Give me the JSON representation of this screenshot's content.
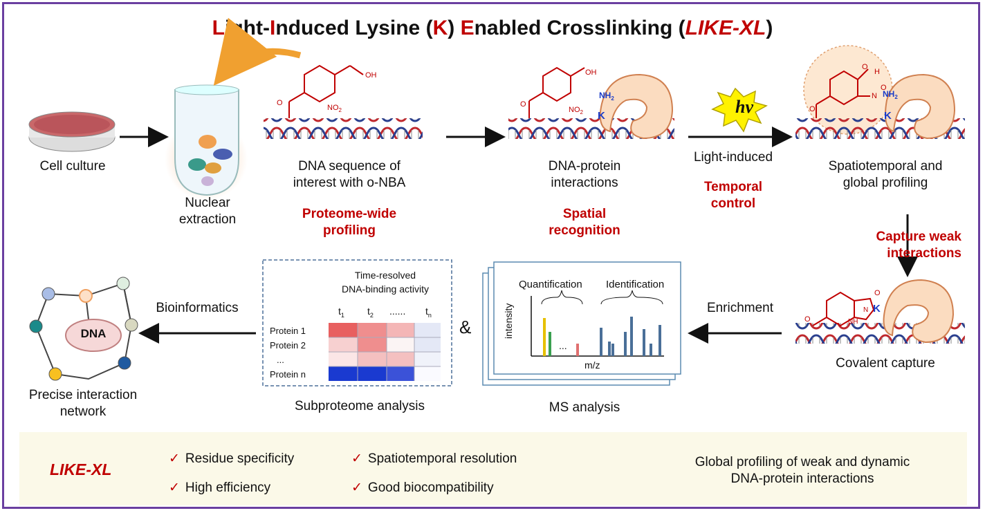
{
  "title": {
    "p1": "L",
    "p2": "ight-",
    "p3": "I",
    "p4": "nduced Lysine (",
    "p5": "K",
    "p6": ") ",
    "p7": "E",
    "p8": "nabled Crosslinking (",
    "p9": "LIKE-XL",
    "p10": ")"
  },
  "steps": {
    "cell_culture": "Cell culture",
    "nuclear_extraction": [
      "Nuclear",
      "extraction"
    ],
    "dna_sequence": [
      "DNA sequence of",
      "interest with o-NBA"
    ],
    "proteome_wide": [
      "Proteome-wide",
      "profiling"
    ],
    "dna_protein": [
      "DNA-protein",
      "interactions"
    ],
    "spatial": [
      "Spatial",
      "recognition"
    ],
    "light_induced": "Light-induced",
    "hv": "hv",
    "temporal": [
      "Temporal",
      "control"
    ],
    "spatiotemporal": [
      "Spatiotemporal and",
      "global profiling"
    ],
    "capture_weak": [
      "Capture weak",
      "interactions"
    ],
    "enrichment": "Enrichment",
    "covalent_capture": "Covalent capture",
    "ms_analysis": "MS analysis",
    "subproteome_analysis": "Subproteome analysis",
    "bioinformatics": "Bioinformatics",
    "precise_network": [
      "Precise interaction",
      "network"
    ],
    "ampersand": "&"
  },
  "chem": {
    "oh": "OH",
    "no2": "NO",
    "two": "2",
    "nh2": "NH",
    "k": "K",
    "o": "O",
    "h": "H",
    "nh": "NH",
    "n": "N"
  },
  "heatmap": {
    "title": [
      "Time-resolved",
      "DNA-binding activity"
    ],
    "columns": [
      "t",
      "t",
      "......",
      "t"
    ],
    "column_subs": [
      "1",
      "2",
      "",
      "n"
    ],
    "rows": [
      "Protein 1",
      "Protein 2",
      "...",
      "Protein n"
    ]
  },
  "ms": {
    "quantification": "Quantification",
    "identification": "Identification",
    "ylabel": "intensity",
    "xlabel": "m/z",
    "dots": "..."
  },
  "network": {
    "center": "DNA"
  },
  "summary": {
    "name": "LIKE-XL",
    "features": [
      "Residue specificity",
      "High efficiency",
      "Spatiotemporal resolution",
      "Good biocompatibility"
    ],
    "check": "✓",
    "conclusion": [
      "Global profiling of weak and dynamic",
      "DNA-protein interactions"
    ]
  },
  "colors": {
    "accent": "#c00000",
    "frame": "#6a3fa0",
    "dna_red": "#c0282d",
    "dna_blue": "#2a3f8f",
    "protein": "#fbdcc0",
    "band": "#fbf9e8"
  }
}
